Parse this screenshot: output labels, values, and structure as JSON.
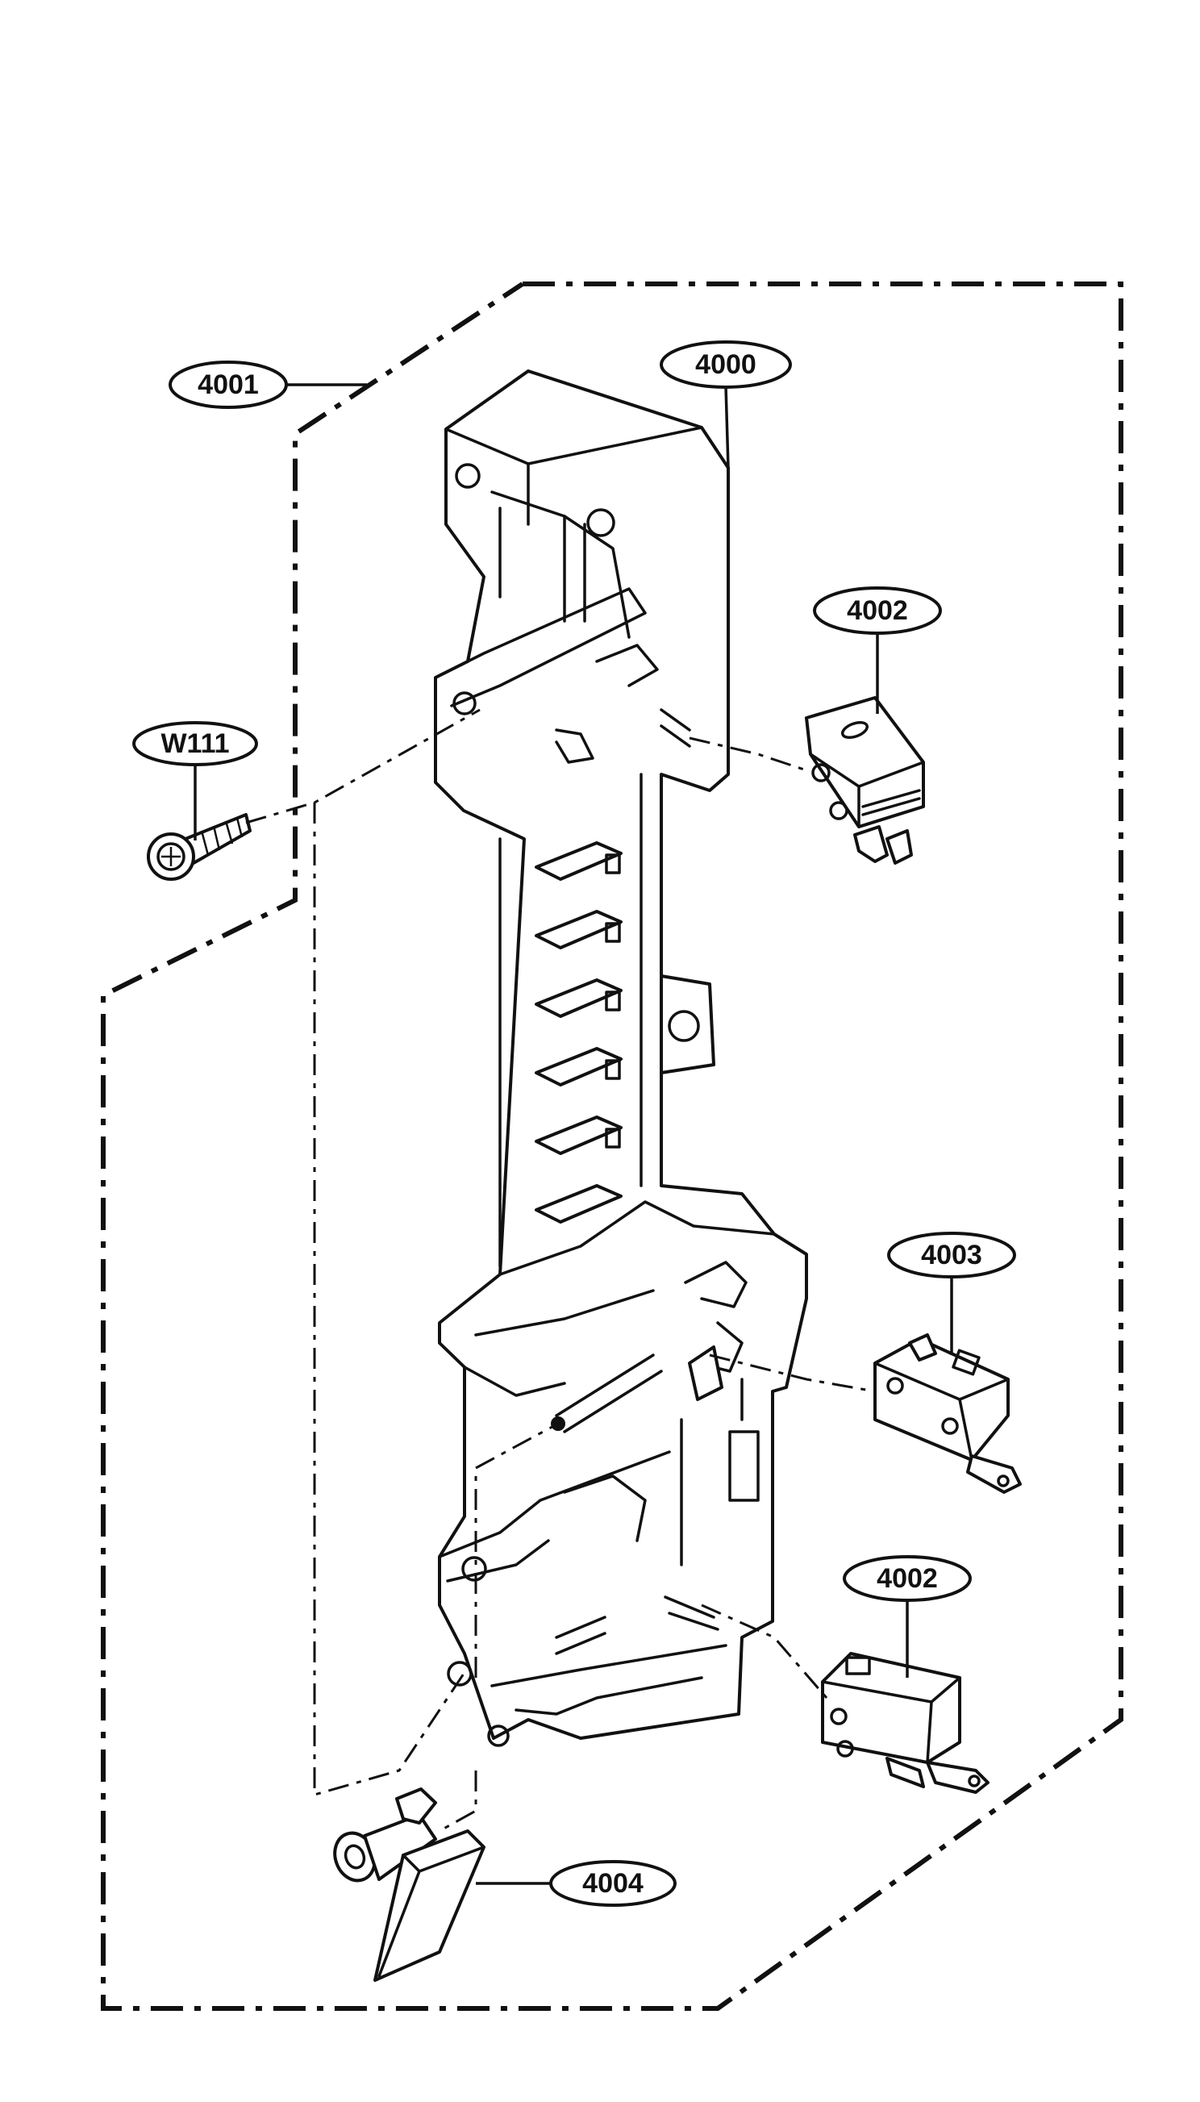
{
  "labels": {
    "latch_body": "4000",
    "assembly": "4001",
    "switch_top": "4002",
    "switch_mid": "4003",
    "switch_bottom": "4002",
    "screw": "W111",
    "lever": "4004"
  },
  "colors": {
    "line": "#111111",
    "background": "#ffffff"
  }
}
